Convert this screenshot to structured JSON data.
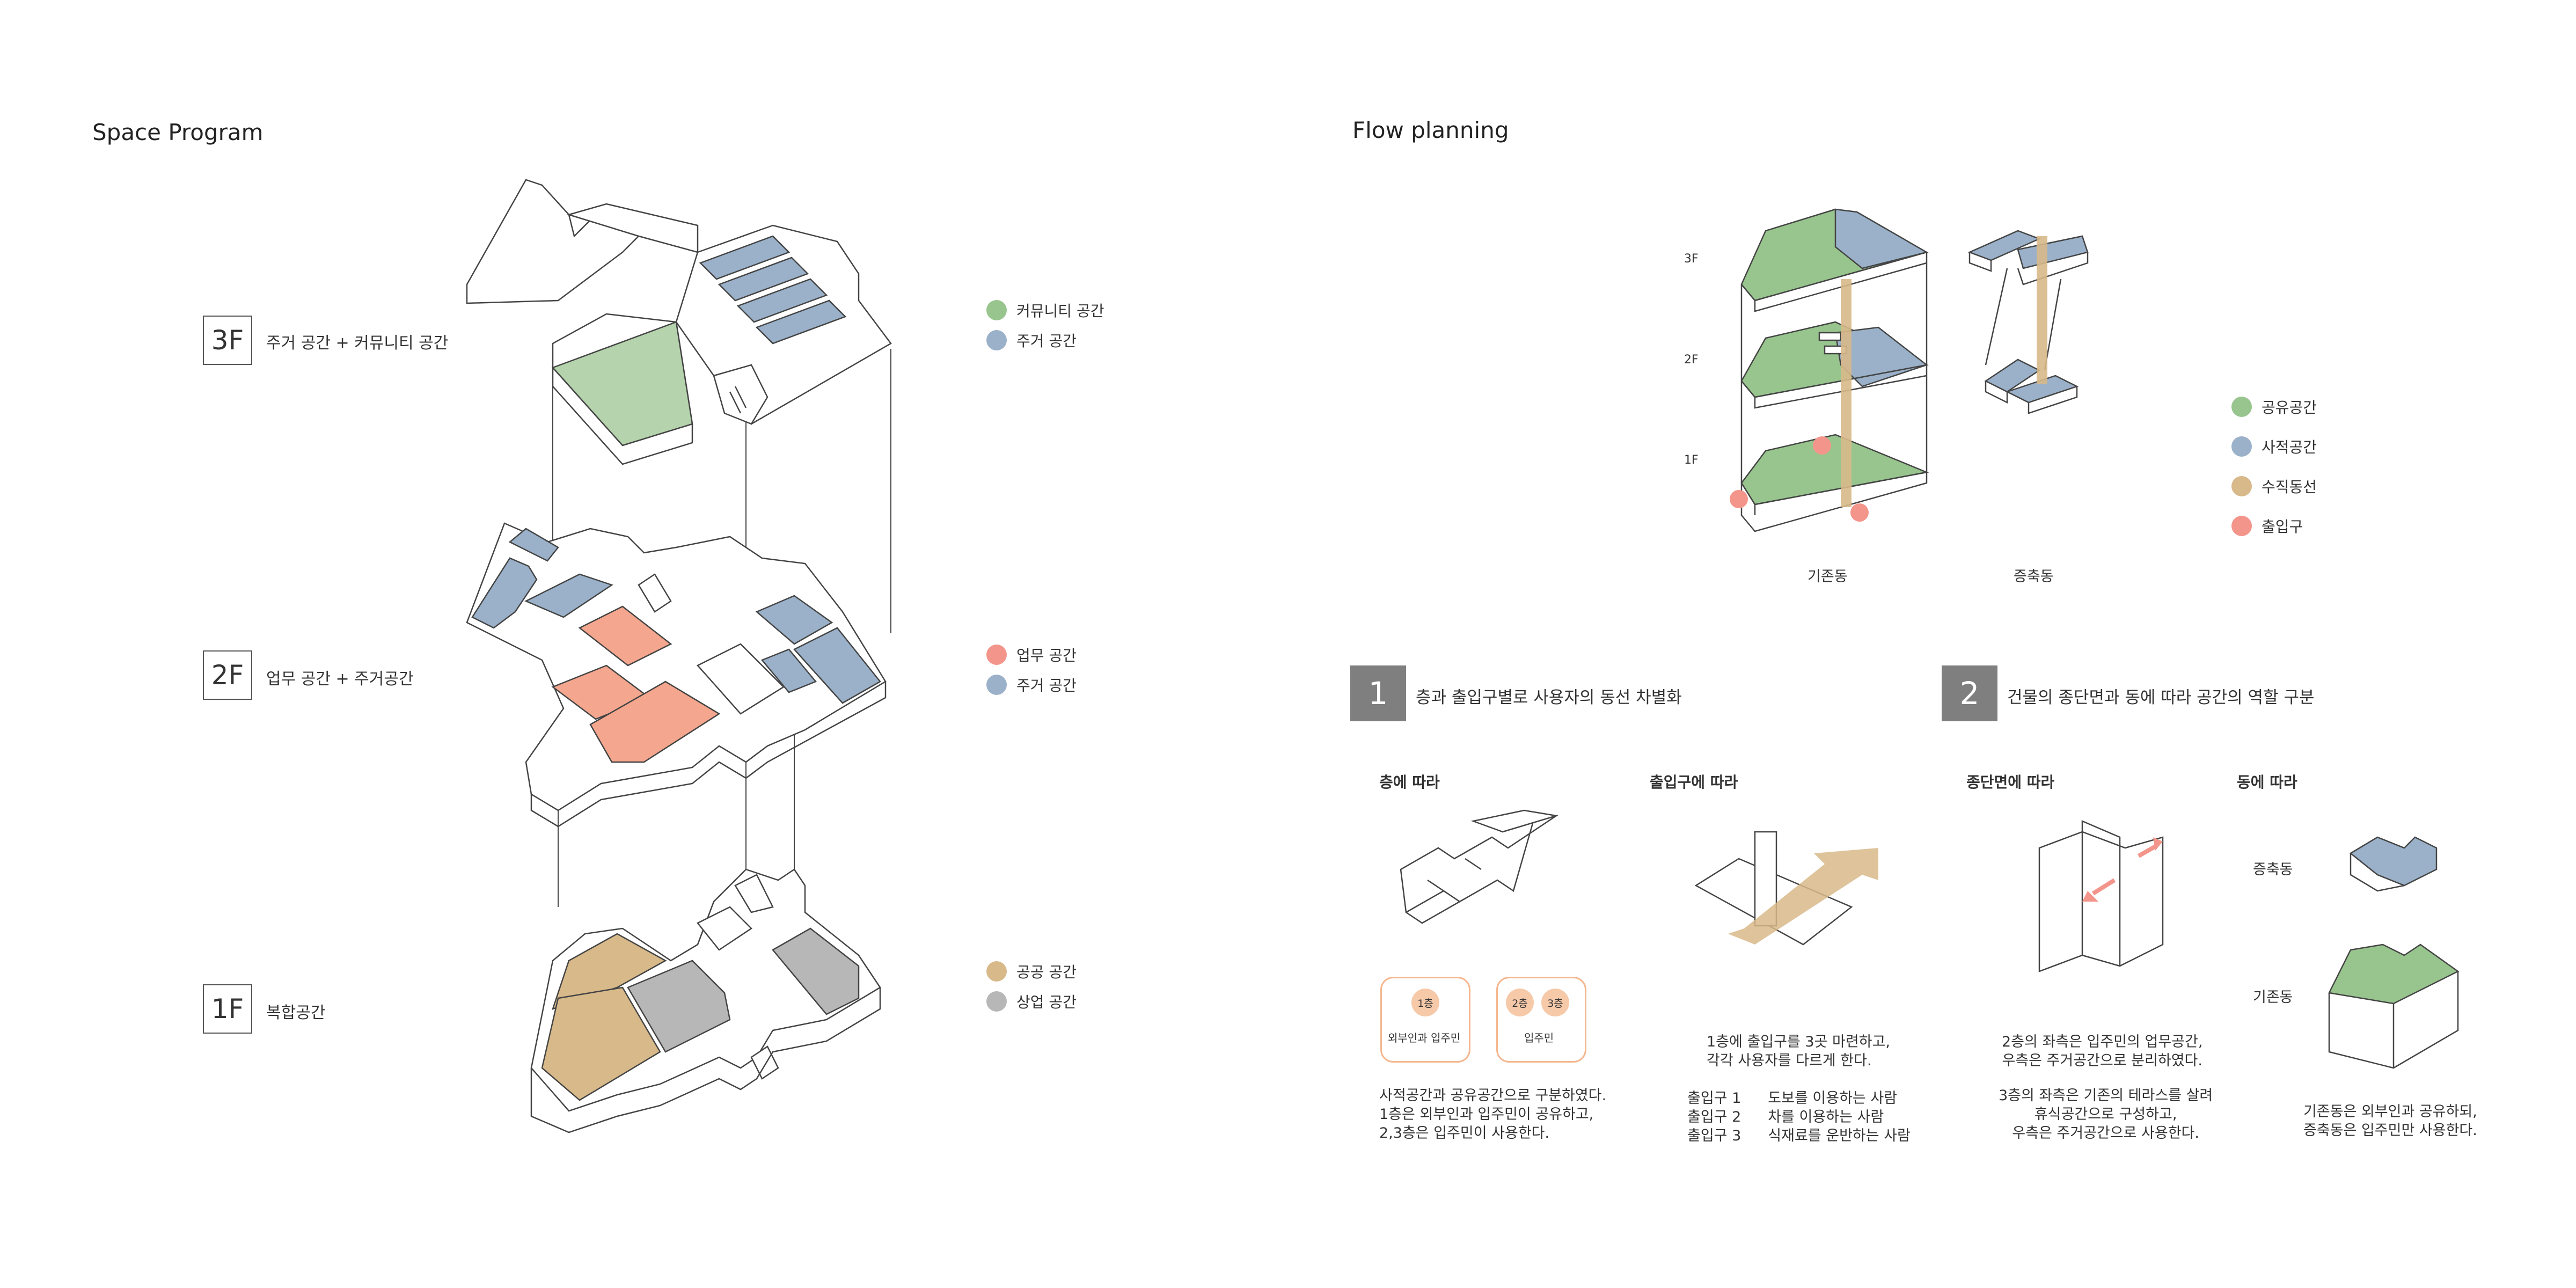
{
  "left": {
    "title": "Space Program",
    "floors": [
      {
        "label": "3F",
        "desc": "주거 공간 + 커뮤니티 공간"
      },
      {
        "label": "2F",
        "desc": "업무 공간 + 주거공간"
      },
      {
        "label": "1F",
        "desc": "복합공간"
      }
    ],
    "legend3f": [
      {
        "label": "커뮤니티 공간",
        "color": "#98c58e"
      },
      {
        "label": "주거 공간",
        "color": "#9ab1c9"
      }
    ],
    "legend2f": [
      {
        "label": "업무 공간",
        "color": "#f3958b"
      },
      {
        "label": "주거 공간",
        "color": "#9ab1c9"
      }
    ],
    "legend1f": [
      {
        "label": "공공 공간",
        "color": "#d8b98a"
      },
      {
        "label": "상업 공간",
        "color": "#b7b7b7"
      }
    ]
  },
  "right": {
    "title": "Flow planning",
    "level_labels": {
      "f3": "3F",
      "f2": "2F",
      "f1": "1F"
    },
    "building_labels": {
      "existing": "기존동",
      "extension": "증축동"
    },
    "legend": [
      {
        "label": "공유공간",
        "color": "#98c58e"
      },
      {
        "label": "사적공간",
        "color": "#9ab1c9"
      },
      {
        "label": "수직동선",
        "color": "#d8b98a"
      },
      {
        "label": "출입구",
        "color": "#f3958b"
      }
    ],
    "section1": {
      "number": "1",
      "heading": "층과 출입구별로 사용자의 동선 차별화"
    },
    "section2": {
      "number": "2",
      "heading": "건물의 종단면과 동에 따라 공간의 역할 구분"
    },
    "col1": {
      "title": "층에 따라",
      "pill1_badges": [
        "1층"
      ],
      "pill1_label": "외부인과 입주민",
      "pill2_badges": [
        "2층",
        "3층"
      ],
      "pill2_label": "입주민",
      "text": "사적공간과 공유공간으로 구분하였다.\n1층은 외부인과 입주민이 공유하고,\n2,3층은 입주민이 사용한다."
    },
    "col2": {
      "title": "출입구에 따라",
      "text": "1층에 출입구를 3곳 마련하고,\n각각 사용자를 다르게 한다.",
      "entrances": [
        {
          "name": "출입구 1",
          "desc": "도보를 이용하는 사람"
        },
        {
          "name": "출입구 2",
          "desc": "차를 이용하는 사람"
        },
        {
          "name": "출입구 3",
          "desc": "식재료를 운반하는 사람"
        }
      ]
    },
    "col3": {
      "title": "종단면에 따라",
      "text1": "2층의 좌측은 입주민의 업무공간,\n우측은 주거공간으로 분리하였다.",
      "text2": "3층의 좌측은 기존의 테라스를 살려\n휴식공간으로 구성하고,\n우측은 주거공간으로 사용한다."
    },
    "col4": {
      "title": "동에 따라",
      "label_extension": "증축동",
      "label_existing": "기존동",
      "text": "기존동은 외부인과 공유하되,\n증축동은 입주민만 사용한다."
    }
  }
}
